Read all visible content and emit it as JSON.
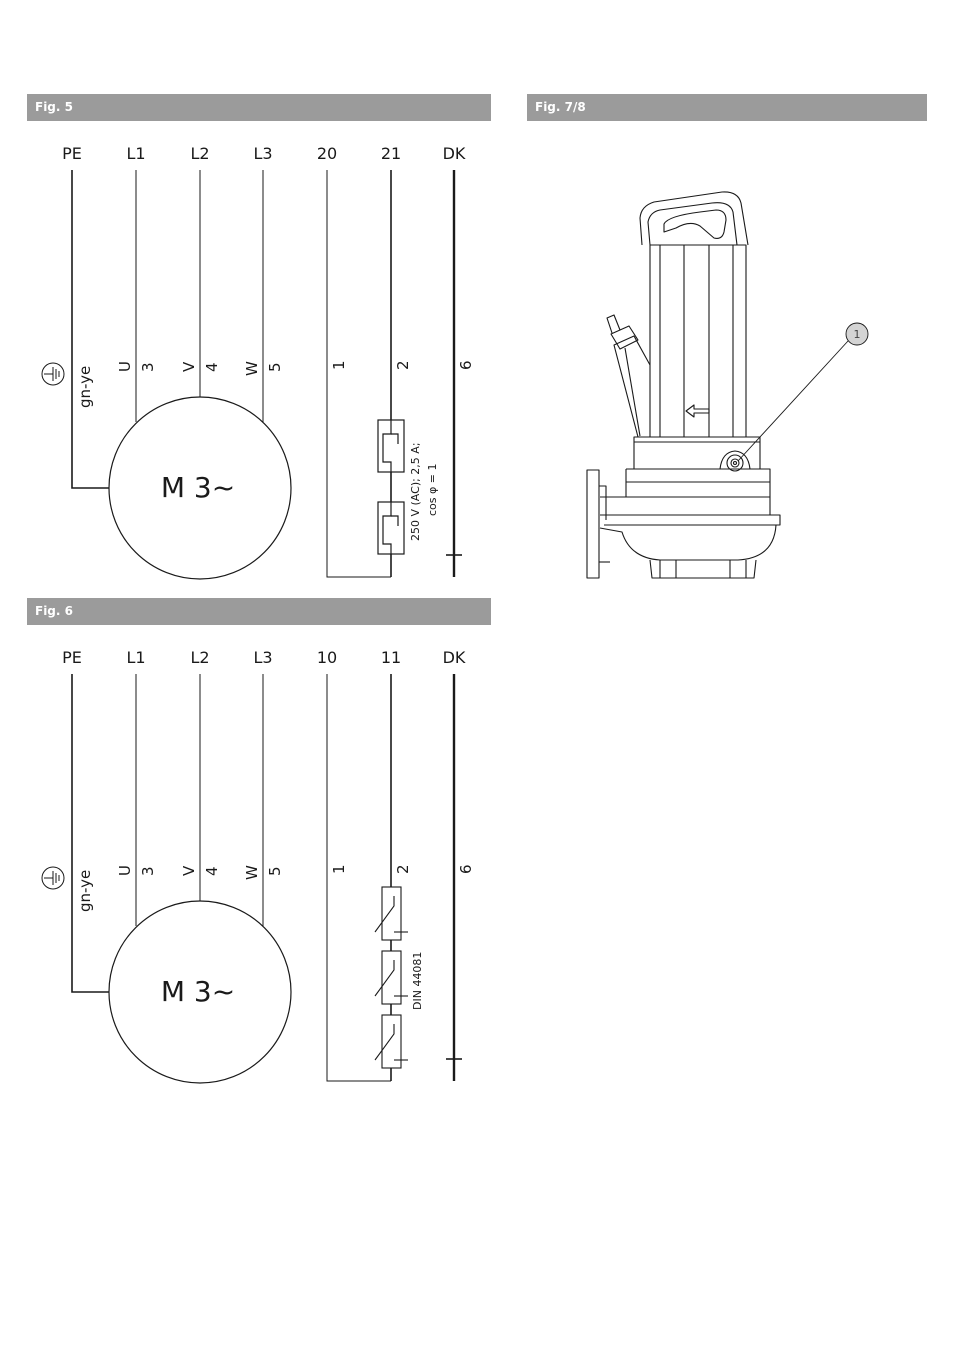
{
  "fig5": {
    "title": "Fig. 5",
    "terminals": [
      "PE",
      "L1",
      "L2",
      "L3",
      "20",
      "21",
      "DK"
    ],
    "earth_label": "gn-ye",
    "phase_letters": [
      "U",
      "V",
      "W"
    ],
    "wire_numbers": [
      "3",
      "4",
      "5",
      "1",
      "2",
      "6"
    ],
    "motor_label": "M 3~",
    "switch_rating_line1": "250 V (AC); 2,5 A;",
    "switch_rating_line2": "cos φ = 1"
  },
  "fig6": {
    "title": "Fig. 6",
    "terminals": [
      "PE",
      "L1",
      "L2",
      "L3",
      "10",
      "11",
      "DK"
    ],
    "earth_label": "gn-ye",
    "phase_letters": [
      "U",
      "V",
      "W"
    ],
    "wire_numbers": [
      "3",
      "4",
      "5",
      "1",
      "2",
      "6"
    ],
    "motor_label": "M 3~",
    "thermistor_label": "DIN 44081"
  },
  "fig78": {
    "title": "Fig. 7/8",
    "callout": "1"
  }
}
